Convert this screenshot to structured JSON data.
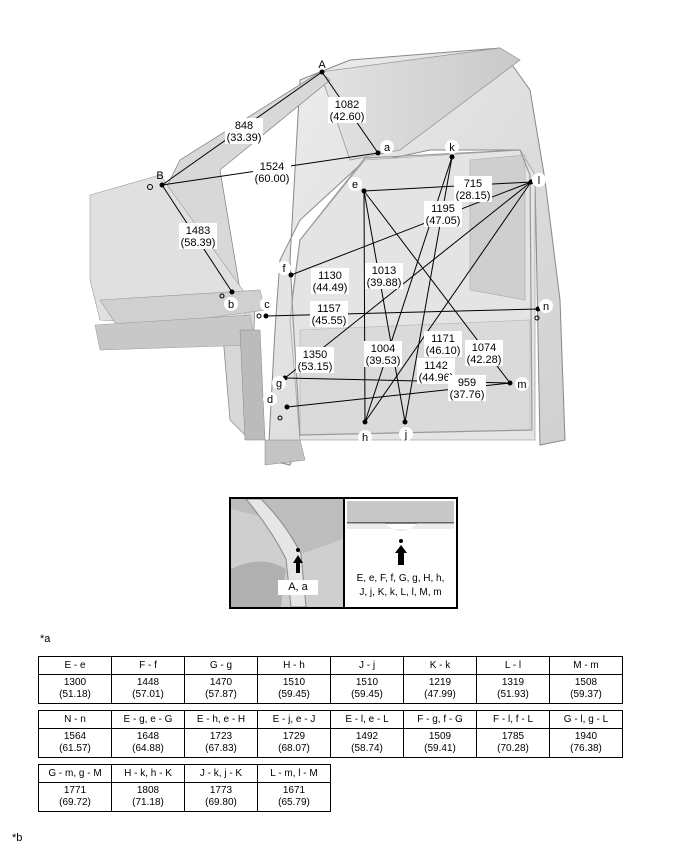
{
  "points": [
    "A",
    "a",
    "B",
    "b",
    "c",
    "d",
    "e",
    "f",
    "g",
    "h",
    "j",
    "k",
    "l",
    "m",
    "n"
  ],
  "dimensions": [
    {
      "mm": "848",
      "inch": "(33.39)"
    },
    {
      "mm": "1082",
      "inch": "(42.60)"
    },
    {
      "mm": "1524",
      "inch": "(60.00)"
    },
    {
      "mm": "1483",
      "inch": "(58.39)"
    },
    {
      "mm": "715",
      "inch": "(28.15)"
    },
    {
      "mm": "1195",
      "inch": "(47.05)"
    },
    {
      "mm": "1130",
      "inch": "(44.49)"
    },
    {
      "mm": "1013",
      "inch": "(39.88)"
    },
    {
      "mm": "1157",
      "inch": "(45.55)"
    },
    {
      "mm": "1171",
      "inch": "(46.10)"
    },
    {
      "mm": "1074",
      "inch": "(42.28)"
    },
    {
      "mm": "1350",
      "inch": "(53.15)"
    },
    {
      "mm": "1004",
      "inch": "(39.53)"
    },
    {
      "mm": "1142",
      "inch": "(44.96)"
    },
    {
      "mm": "959",
      "inch": "(37.76)"
    }
  ],
  "inset": {
    "left_label": "A, a",
    "right_label_line1": "E, e, F, f, G, g, H, h,",
    "right_label_line2": "J, j, K, k, L, l, M, m"
  },
  "notes": {
    "a": "*a",
    "b": "*b"
  },
  "table": {
    "row1": [
      {
        "h": "E - e",
        "mm": "1300",
        "in": "(51.18)"
      },
      {
        "h": "F - f",
        "mm": "1448",
        "in": "(57.01)"
      },
      {
        "h": "G - g",
        "mm": "1470",
        "in": "(57.87)"
      },
      {
        "h": "H - h",
        "mm": "1510",
        "in": "(59.45)"
      },
      {
        "h": "J - j",
        "mm": "1510",
        "in": "(59.45)"
      },
      {
        "h": "K - k",
        "mm": "1219",
        "in": "(47.99)"
      },
      {
        "h": "L - l",
        "mm": "1319",
        "in": "(51.93)"
      },
      {
        "h": "M - m",
        "mm": "1508",
        "in": "(59.37)"
      }
    ],
    "row2": [
      {
        "h": "N - n",
        "mm": "1564",
        "in": "(61.57)"
      },
      {
        "h": "E - g, e - G",
        "mm": "1648",
        "in": "(64.88)"
      },
      {
        "h": "E - h, e - H",
        "mm": "1723",
        "in": "(67.83)"
      },
      {
        "h": "E - j, e - J",
        "mm": "1729",
        "in": "(68.07)"
      },
      {
        "h": "E - l, e - L",
        "mm": "1492",
        "in": "(58.74)"
      },
      {
        "h": "F - g, f - G",
        "mm": "1509",
        "in": "(59.41)"
      },
      {
        "h": "F - l, f - L",
        "mm": "1785",
        "in": "(70.28)"
      },
      {
        "h": "G - l, g - L",
        "mm": "1940",
        "in": "(76.38)"
      }
    ],
    "row3": [
      {
        "h": "G - m, g - M",
        "mm": "1771",
        "in": "(69.72)"
      },
      {
        "h": "H - k, h - K",
        "mm": "1808",
        "in": "(71.18)"
      },
      {
        "h": "J - k, j - K",
        "mm": "1773",
        "in": "(69.80)"
      },
      {
        "h": "L - m, l - M",
        "mm": "1671",
        "in": "(65.79)"
      }
    ]
  }
}
